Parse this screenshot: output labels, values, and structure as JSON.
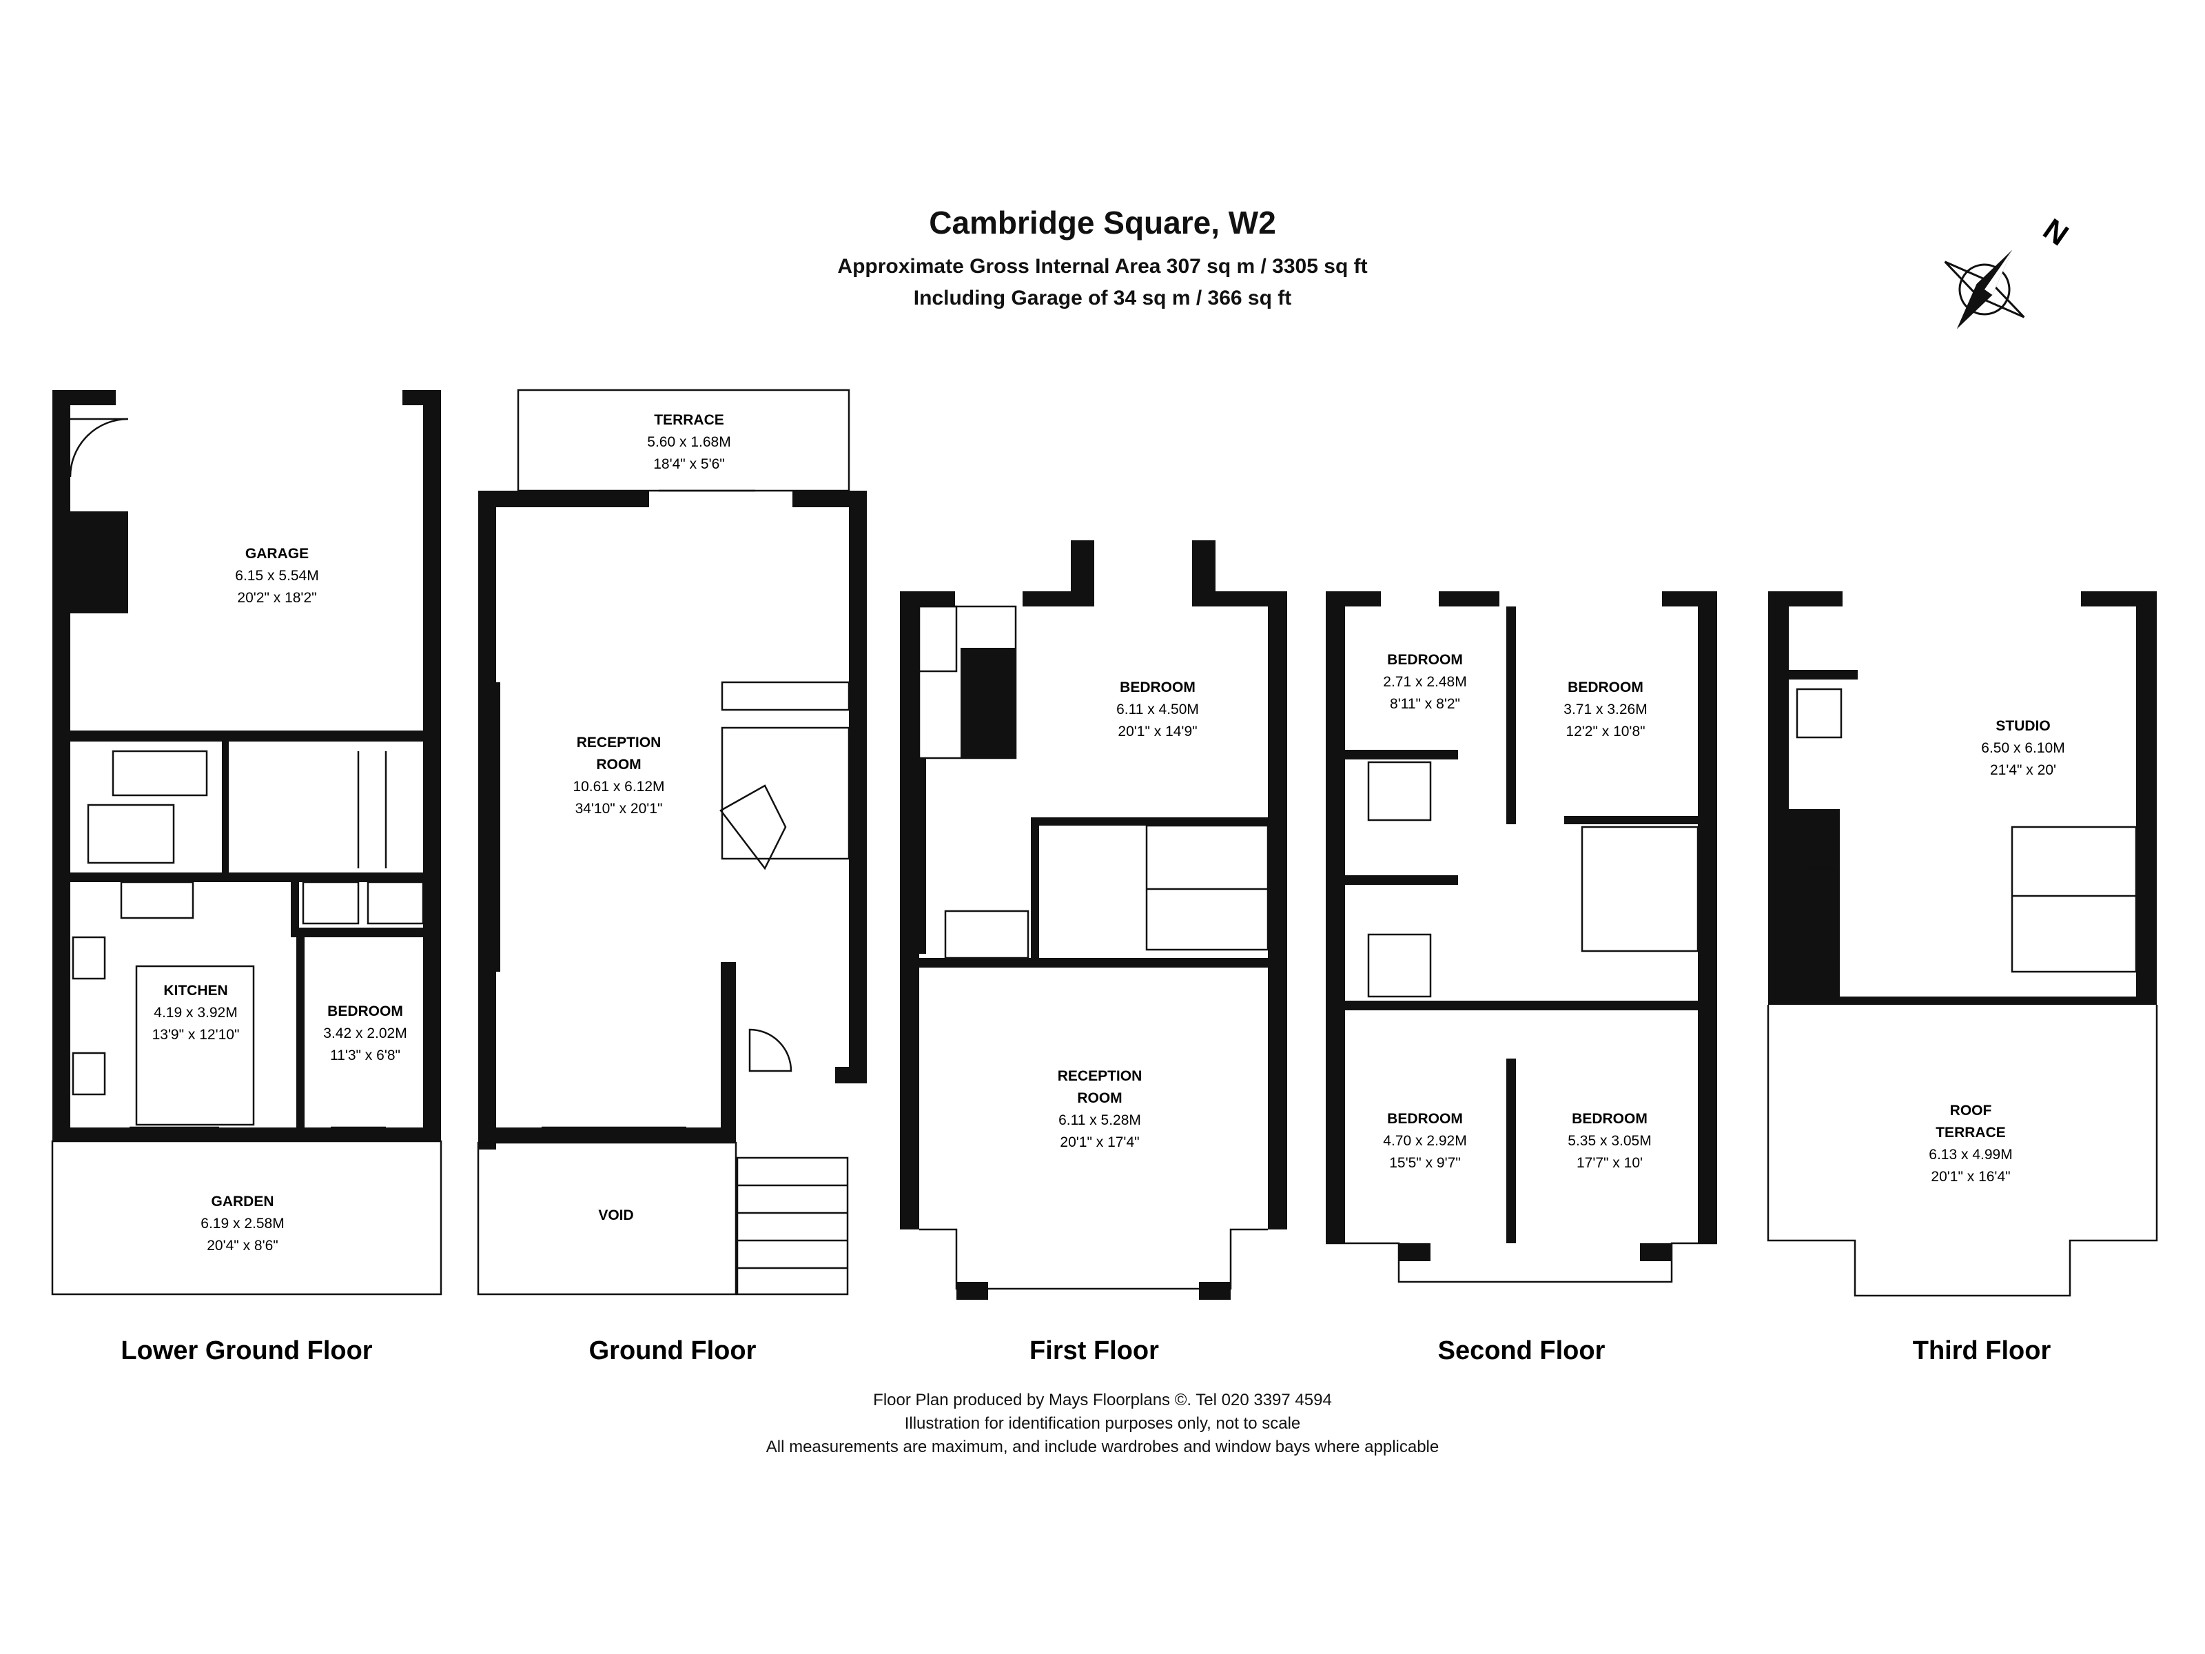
{
  "header": {
    "title": "Cambridge Square, W2",
    "area": "Approximate Gross Internal Area 307 sq m  /  3305 sq ft",
    "garage": "Including Garage of 34 sq m  /  366 sq ft"
  },
  "compass": {
    "label": "N"
  },
  "floors": [
    {
      "label": "Lower Ground Floor",
      "rooms": [
        {
          "name": "GARAGE",
          "metric": "6.15 x 5.54M",
          "imperial": "20'2\" x 18'2\""
        },
        {
          "name": "KITCHEN",
          "metric": "4.19 x 3.92M",
          "imperial": "13'9\" x 12'10\""
        },
        {
          "name": "BEDROOM",
          "metric": "3.42 x 2.02M",
          "imperial": "11'3\" x 6'8\""
        },
        {
          "name": "GARDEN",
          "metric": "6.19 x 2.58M",
          "imperial": "20'4\" x 8'6\""
        }
      ]
    },
    {
      "label": "Ground Floor",
      "rooms": [
        {
          "name": "TERRACE",
          "metric": "5.60 x 1.68M",
          "imperial": "18'4\" x 5'6\""
        },
        {
          "name": "RECEPTION",
          "name2": "ROOM",
          "metric": "10.61 x 6.12M",
          "imperial": "34'10\" x 20'1\""
        },
        {
          "name": "VOID"
        }
      ]
    },
    {
      "label": "First Floor",
      "rooms": [
        {
          "name": "BEDROOM",
          "metric": "6.11 x 4.50M",
          "imperial": "20'1\" x 14'9\""
        },
        {
          "name": "RECEPTION",
          "name2": "ROOM",
          "metric": "6.11 x 5.28M",
          "imperial": "20'1\" x 17'4\""
        }
      ]
    },
    {
      "label": "Second Floor",
      "rooms": [
        {
          "name": "BEDROOM",
          "metric": "2.71 x 2.48M",
          "imperial": "8'11\" x 8'2\""
        },
        {
          "name": "BEDROOM",
          "metric": "3.71 x 3.26M",
          "imperial": "12'2\" x 10'8\""
        },
        {
          "name": "BEDROOM",
          "metric": "4.70 x 2.92M",
          "imperial": "15'5\" x 9'7\""
        },
        {
          "name": "BEDROOM",
          "metric": "5.35 x 3.05M",
          "imperial": "17'7\" x 10'"
        }
      ]
    },
    {
      "label": "Third Floor",
      "rooms": [
        {
          "name": "STUDIO",
          "metric": "6.50 x 6.10M",
          "imperial": "21'4\" x 20'"
        },
        {
          "name": "ROOF",
          "name2": "TERRACE",
          "metric": "6.13 x 4.99M",
          "imperial": "20'1\" x 16'4\""
        }
      ]
    }
  ],
  "footer": {
    "line1": "Floor Plan produced by Mays Floorplans  ©. Tel 020 3397 4594",
    "line2": "Illustration for identification purposes only, not to scale",
    "line3": "All measurements are maximum, and include wardrobes and window bays where applicable"
  }
}
